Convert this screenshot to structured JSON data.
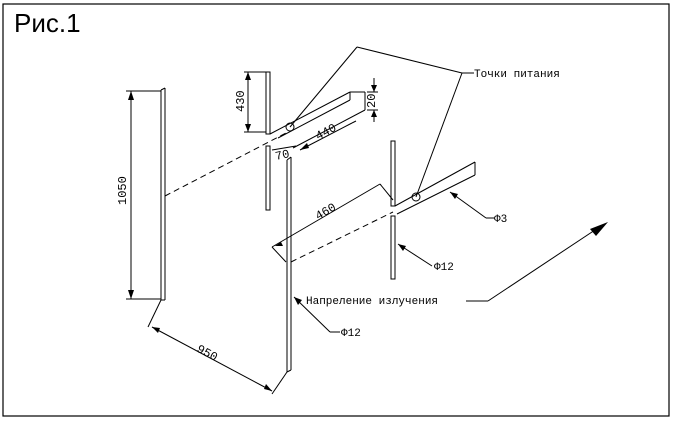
{
  "figure": {
    "title": "Рис.1",
    "labels": {
      "feed_points": "Точки питания",
      "radiation_direction": "Напреление излучения",
      "dia_small": "Φ3",
      "dia_pipe_right": "Φ12",
      "dia_pipe_main": "Φ12"
    },
    "dimensions": {
      "d1050": "1050",
      "d430": "430",
      "d440": "440",
      "d20": "20",
      "d70": "70",
      "d460": "460",
      "d950": "950"
    },
    "colors": {
      "ink": "#000000",
      "paper": "#ffffff"
    }
  }
}
